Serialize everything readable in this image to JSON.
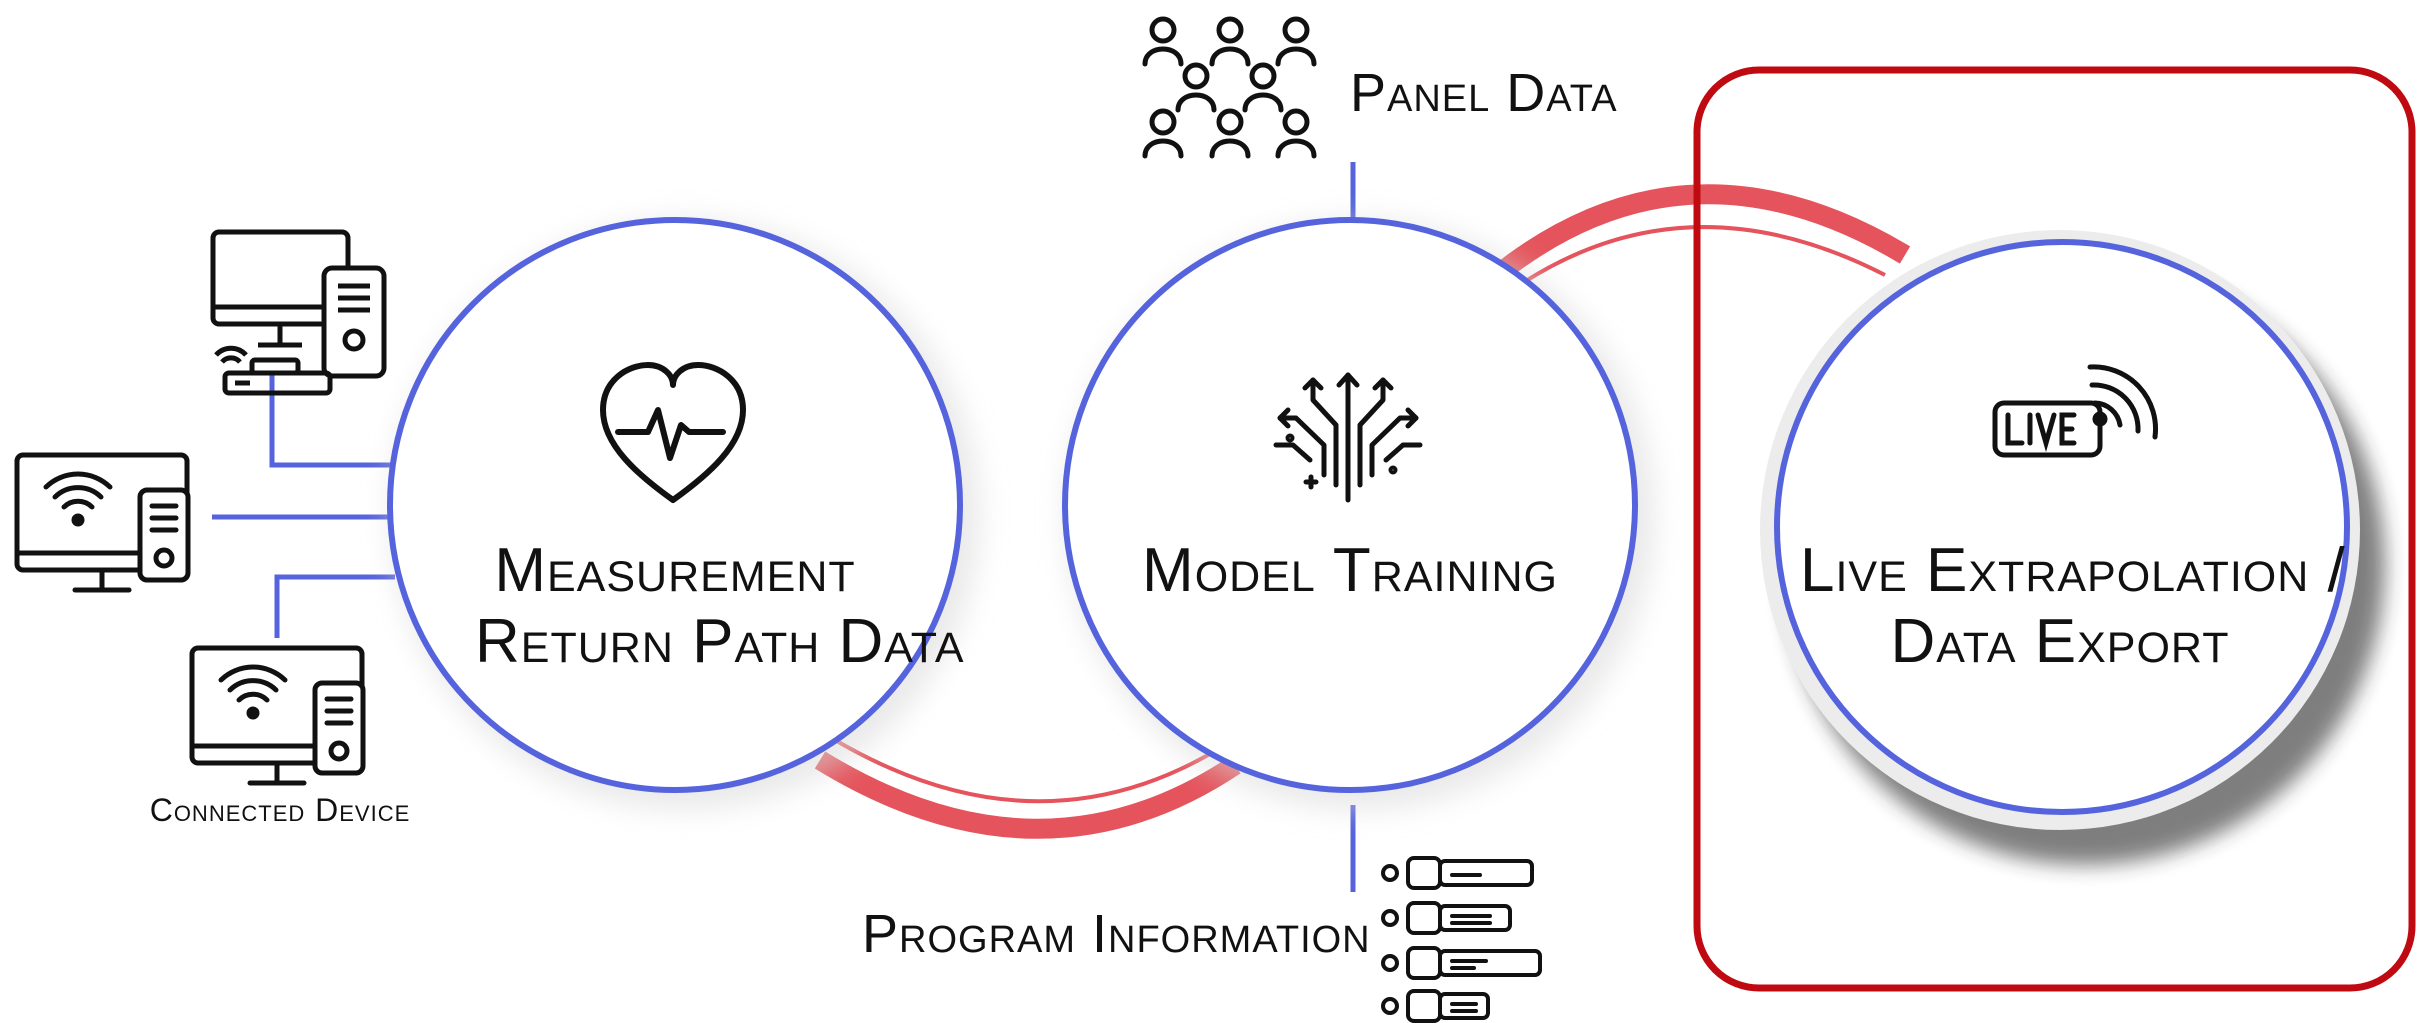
{
  "stages": [
    {
      "line1": "Measurement",
      "line2": "Return Path Data",
      "icon": "heartbeat-icon"
    },
    {
      "line1": "Model Training",
      "line2": "",
      "icon": "branching-arrows-icon"
    },
    {
      "line1": "Live Extrapolation /",
      "line2": "Data Export",
      "icon": "live-broadcast-icon"
    }
  ],
  "sources": {
    "panel_data": {
      "label": "Panel Data",
      "icon": "people-group-icon"
    },
    "program_information": {
      "label": "Program Information",
      "icon": "program-list-icon"
    },
    "connected_device": {
      "label": "Connected Device",
      "icon": "tv-remote-icon"
    }
  },
  "colors": {
    "circle_stroke": "#5563dd",
    "connector": "#e5545c",
    "highlight_box": "#c00a12",
    "line": "#5563dd",
    "icon": "#111111"
  }
}
